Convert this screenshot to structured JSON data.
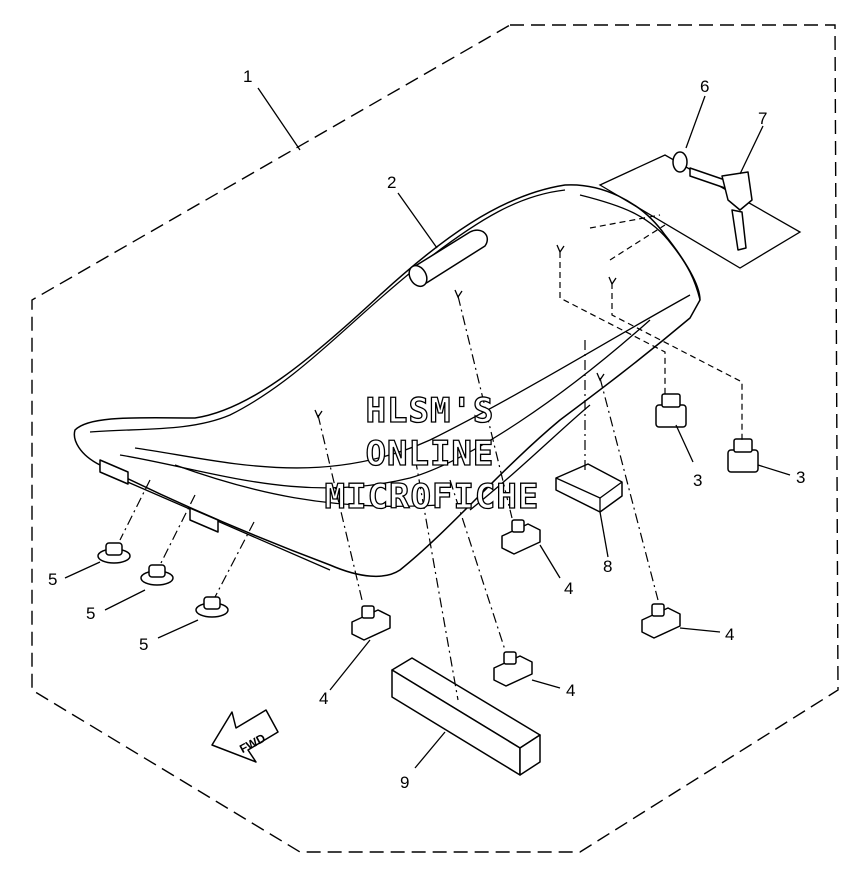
{
  "callouts": {
    "c1": "1",
    "c2": "2",
    "c3a": "3",
    "c3b": "3",
    "c4a": "4",
    "c4b": "4",
    "c4c": "4",
    "c4d": "4",
    "c5a": "5",
    "c5b": "5",
    "c5c": "5",
    "c6": "6",
    "c7": "7",
    "c8": "8",
    "c9": "9"
  },
  "watermark": {
    "line1": "HLSM'S",
    "line2": "ONLINE",
    "line3": "MICROFICHE"
  },
  "direction_label": "FWD"
}
